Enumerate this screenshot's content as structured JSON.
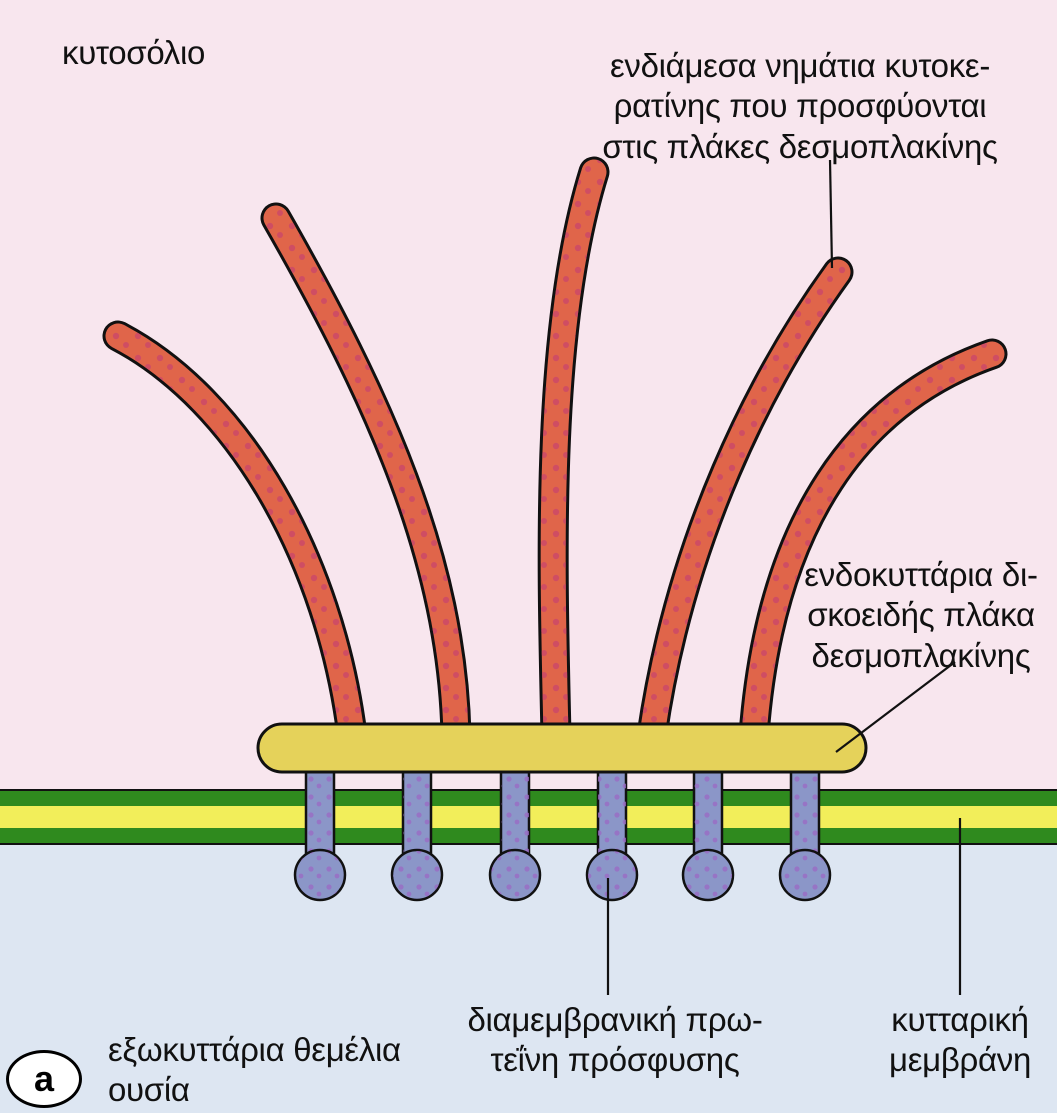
{
  "labels": {
    "cytosol": "κυτοσόλιο",
    "filaments": [
      "ενδιάμεσα νημάτια κυτοκε-",
      "ρατίνης που προσφύονται",
      "στις πλάκες δεσμοπλακίνης"
    ],
    "plaque": [
      "ενδοκυττάρια δι-",
      "σκοειδής πλάκα",
      "δεσμοπλακίνης"
    ],
    "transmembrane": [
      "διαμεμβρανική πρω-",
      "τεΐνη πρόσφυσης"
    ],
    "membrane": [
      "κυτταρική",
      "μεμβράνη"
    ],
    "matrix": [
      "εξωκυττάρια θεμέλια",
      "ουσία"
    ]
  },
  "panel_badge": "a",
  "colors": {
    "cytosol_bg": "#f8e6ee",
    "extracellular_bg": "#dde6f2",
    "filament": "#e0654a",
    "filament_dots": "#c9456a",
    "plaque": "#e5d25a",
    "membrane_green": "#2f8a1e",
    "membrane_yellow": "#f2ee5a",
    "protein": "#8b96c8",
    "protein_dots": "#9a6cc4"
  }
}
